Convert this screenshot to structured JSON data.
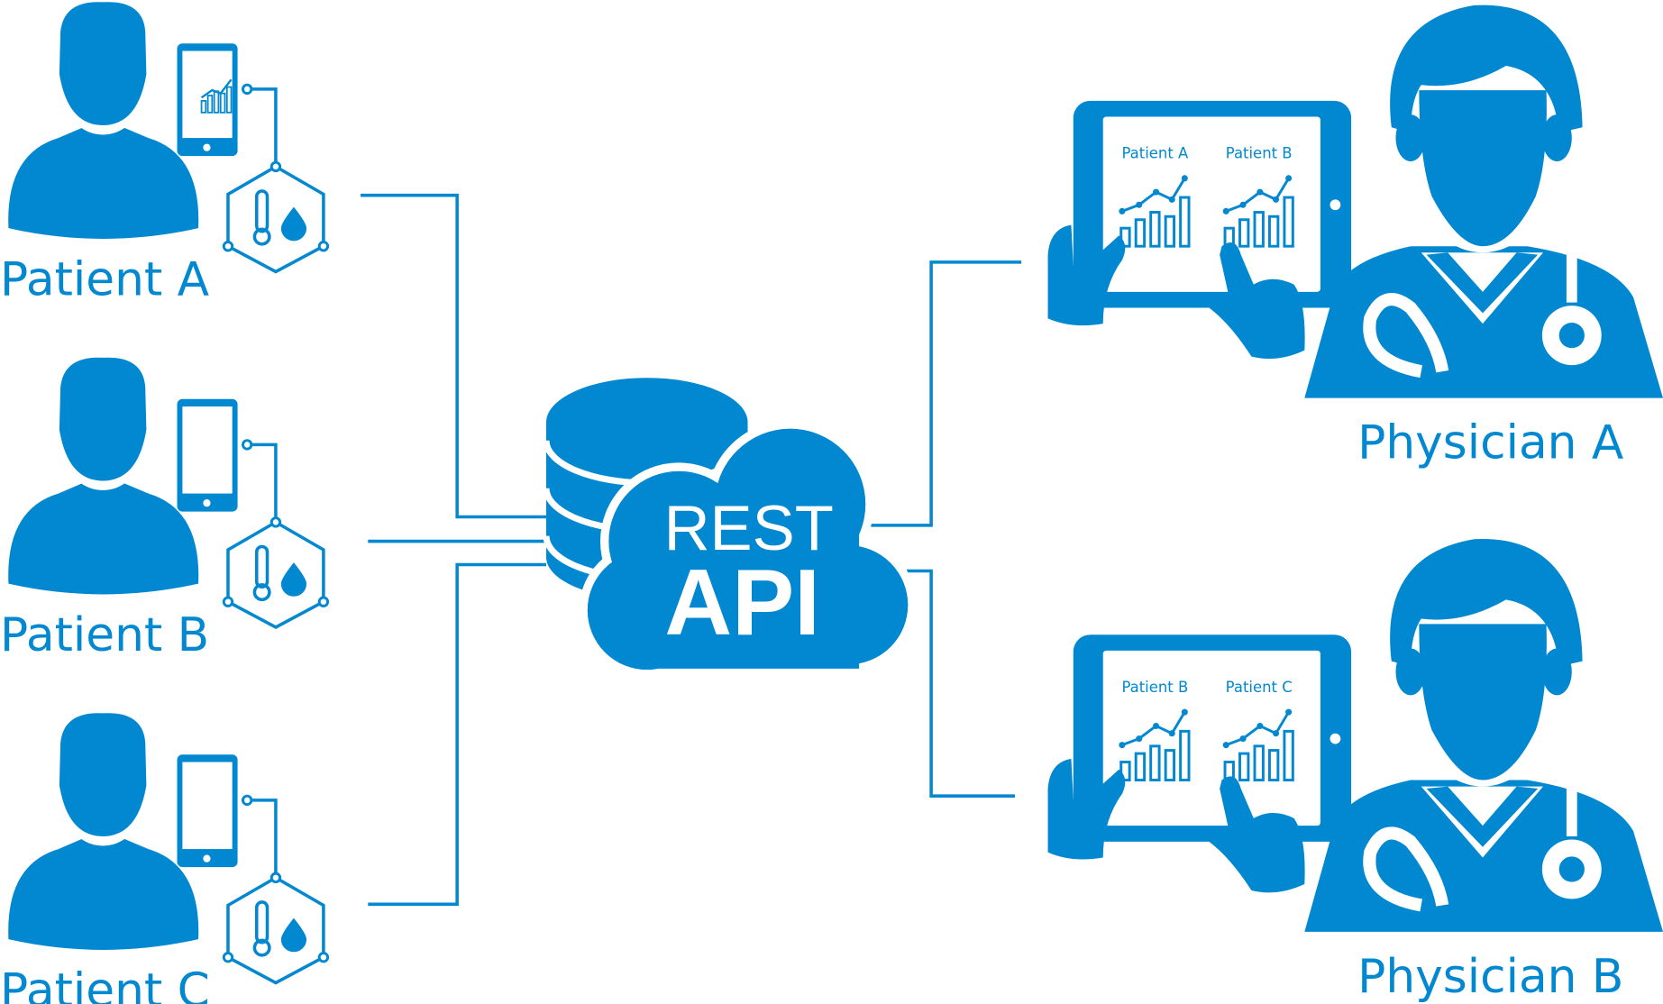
{
  "colors": {
    "primary": "#0288d1",
    "background": "#ffffff"
  },
  "patients": [
    {
      "label": "Patient A",
      "devices": [
        "smartphone-icon",
        "sensor-hex-icon"
      ]
    },
    {
      "label": "Patient B",
      "devices": [
        "smartphone-icon",
        "sensor-hex-icon"
      ]
    },
    {
      "label": "Patient C",
      "devices": [
        "smartphone-icon",
        "sensor-hex-icon"
      ]
    }
  ],
  "api": {
    "line1": "REST",
    "line2": "API"
  },
  "physicians": [
    {
      "label": "Physician A",
      "tablet_labels": [
        "Patient A",
        "Patient B"
      ]
    },
    {
      "label": "Physician B",
      "tablet_labels": [
        "Patient B",
        "Patient C"
      ]
    }
  ]
}
